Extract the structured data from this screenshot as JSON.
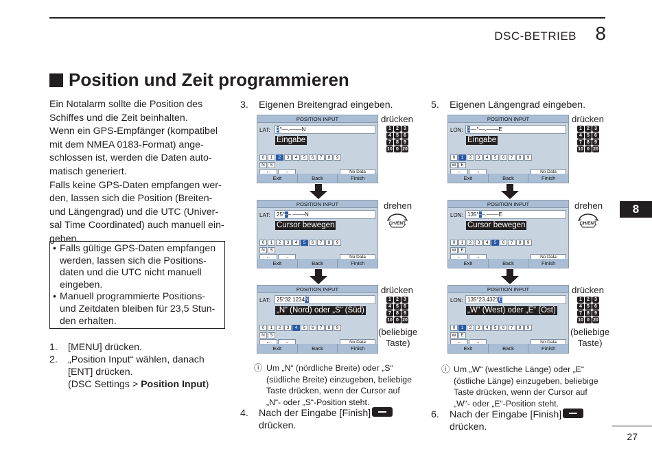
{
  "header": {
    "chapter_title": "DSC-BETRIEB",
    "chapter_number": "8",
    "side_tab": "8"
  },
  "section": {
    "title": "Position und Zeit programmieren"
  },
  "intro": [
    "Ein Notalarm sollte die Position des",
    "Schiffes und die Zeit beinhalten.",
    "Wenn ein GPS-Empfänger (kompatibel",
    "mit dem NMEA 0183-Format) ange-",
    "schlossen ist, werden die Daten auto-",
    "matisch generiert.",
    "Falls keine GPS-Daten empfangen wer-",
    "den, lassen sich die Position (Breiten-",
    "und Längengrad) und die UTC (Univer-",
    "sal Time Coordinated) auch manuell ein-",
    "geben."
  ],
  "notes": [
    [
      "Falls gültige GPS-Daten empfangen",
      "werden, lassen sich die Positions-",
      "daten und die UTC nicht manuell",
      "eingeben."
    ],
    [
      "Manuell programmierte Positions-",
      "und Zeitdaten bleiben für 23,5 Stun-",
      "den erhalten."
    ]
  ],
  "steps_left": {
    "s1_num": "1.",
    "s1": "[MENU] drücken.",
    "s2_num": "2.",
    "s2a": "„Position Input“ wählen, danach",
    "s2b": "[ENT] drücken.",
    "s2c_pre": "(DSC Settings > ",
    "s2c_bold": "Position Input",
    "s2c_post": ")"
  },
  "col3": {
    "num": "3.",
    "head": "Eigenen Breitengrad eingeben.",
    "lcd_title": "POSITION INPUT",
    "label": "LAT:",
    "field1_a": "2",
    "field1_b": "°––.––––N",
    "field2_a": "25°",
    "field2_b": "–",
    "field2_c": "–.––––N",
    "field3_a": "25°32.1234",
    "field3_b": "N",
    "overlay1": "Eingabe",
    "overlay2": "Cursor bewegen",
    "overlay3": "„N“ (Nord) oder „S“ (Süd)",
    "sub1": "N",
    "sub2": "S",
    "note": [
      "Um „N“ (nördliche Breite) oder „S“",
      "(südliche Breite) einzugeben, beliebige",
      "Taste drücken, wenn der Cursor auf",
      "„N“- oder „S“-Position steht."
    ],
    "step4_num": "4.",
    "step4a": "Nach der Eingabe [Finish]",
    "step4b": "drücken."
  },
  "col5": {
    "num": "5.",
    "head": "Eigenen Längengrad eingeben.",
    "lcd_title": "POSITION INPUT",
    "label": "LON:",
    "field1_a": "1",
    "field1_b": "––°––.––––E",
    "field2_a": "135°",
    "field2_b": "–",
    "field2_c": "–.––––E",
    "field3_a": "135°23.4321",
    "field3_b": "E",
    "overlay1": "Eingabe",
    "overlay2": "Cursor bewegen",
    "overlay3": "„W“ (West) oder „E“ (Ost)",
    "sub1": "W",
    "sub2": "E",
    "note": [
      "Um „W“ (westliche Länge) oder „E“",
      "(östliche Länge) einzugeben, beliebige",
      "Taste drücken, wenn der Cursor auf",
      "„W“- oder „E“-Position steht."
    ],
    "step6_num": "6.",
    "step6a": "Nach der Eingabe [Finish]",
    "step6b": "drücken."
  },
  "lcd_common": {
    "keys": [
      "0",
      "1",
      "2",
      "3",
      "4",
      "5",
      "6",
      "7",
      "8",
      "9"
    ],
    "left_arrow": "←",
    "right_arrow": "→",
    "no_data": "No Data",
    "exit": "Exit",
    "back": "Back",
    "finish": "Finish"
  },
  "side": {
    "druecken": "drücken",
    "drehen": "drehen",
    "beliebige": "(beliebige",
    "taste": "Taste)",
    "dial_label": "CH/ENT",
    "keypad": [
      "1",
      "2",
      "3",
      "4",
      "5",
      "6",
      "7",
      "8",
      "9",
      "10",
      "0",
      "20"
    ]
  },
  "info_icon": "ⓘ",
  "page_number": "27",
  "colors": {
    "lcd_bg": "#c7d3df",
    "lcd_bar": "#a9bed5",
    "cursor": "#2a5aa6",
    "ink": "#231f20"
  }
}
